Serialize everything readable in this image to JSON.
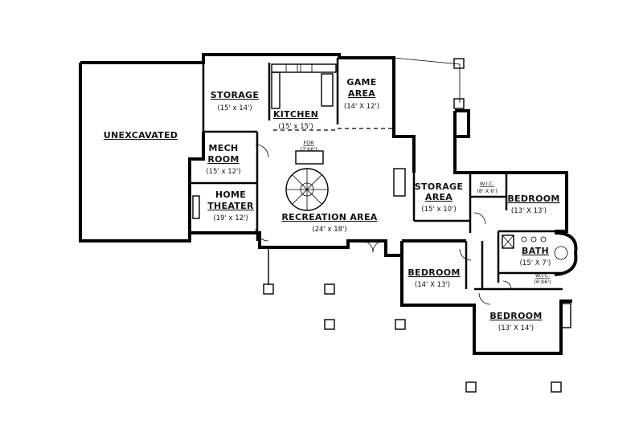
{
  "rooms": {
    "unexcavated": {
      "name": "UNEXCAVATED"
    },
    "storage_top": {
      "name": "STORAGE",
      "size": "(15' x 14')"
    },
    "kitchen": {
      "name": "KITCHEN",
      "size": "(15' x 15')"
    },
    "game_area": {
      "name_line1": "GAME",
      "name_line2": "AREA",
      "size": "(14' X 12')"
    },
    "mech_room": {
      "name_line1": "MECH",
      "name_line2": "ROOM",
      "size": "(15' x 12')"
    },
    "home_theater": {
      "name_line1": "HOME",
      "name_line2": "THEATER",
      "size": "(19' x 12')"
    },
    "recreation": {
      "name": "RECREATION AREA",
      "size": "(24' x 18')"
    },
    "fdr": {
      "name": "FDR",
      "size": "(7'X6')"
    },
    "storage_mid": {
      "name_line1": "STORAGE",
      "name_line2": "AREA",
      "size": "(15' x 10')"
    },
    "wic": {
      "name": "W.I.C.",
      "size": "(8' X 6')"
    },
    "bedroom_right": {
      "name": "BEDROOM",
      "size": "(13' X 13')"
    },
    "bath": {
      "name": "BATH",
      "size": "(15' X 7')"
    },
    "bedroom_mid": {
      "name": "BEDROOM",
      "size": "(14' X 13')"
    },
    "wic_small": {
      "name": "W.I.C.",
      "size": "(6'X6')"
    },
    "bedroom_bottom": {
      "name": "BEDROOM",
      "size": "(13' X 14')"
    }
  }
}
